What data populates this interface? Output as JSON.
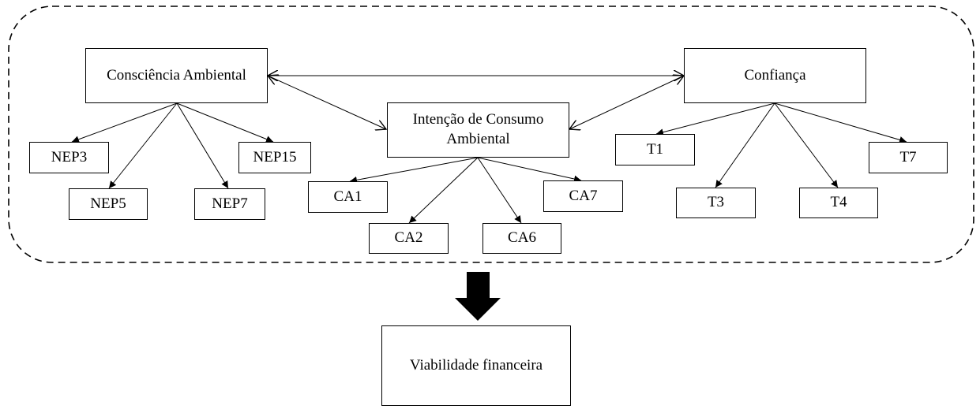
{
  "diagram": {
    "group_label": "",
    "constructs": [
      {
        "id": "ca",
        "label": "Consciência Ambiental"
      },
      {
        "id": "ic",
        "label": "Intenção de Consumo Ambiental"
      },
      {
        "id": "cf",
        "label": "Confiança"
      }
    ],
    "indicators": {
      "ca": [
        "NEP3",
        "NEP5",
        "NEP7",
        "NEP15"
      ],
      "ic": [
        "CA1",
        "CA2",
        "CA6",
        "CA7"
      ],
      "cf": [
        "T1",
        "T3",
        "T4",
        "T7"
      ]
    },
    "relationships": [
      {
        "from": "ca",
        "to": "cf",
        "type": "bidirectional"
      },
      {
        "from": "ca",
        "to": "ic",
        "type": "bidirectional"
      },
      {
        "from": "cf",
        "to": "ic",
        "type": "bidirectional"
      }
    ],
    "outcome": {
      "label": "Viabilidade financeira"
    },
    "outcome_link": {
      "from": "group",
      "to": "outcome",
      "type": "block-arrow"
    }
  }
}
